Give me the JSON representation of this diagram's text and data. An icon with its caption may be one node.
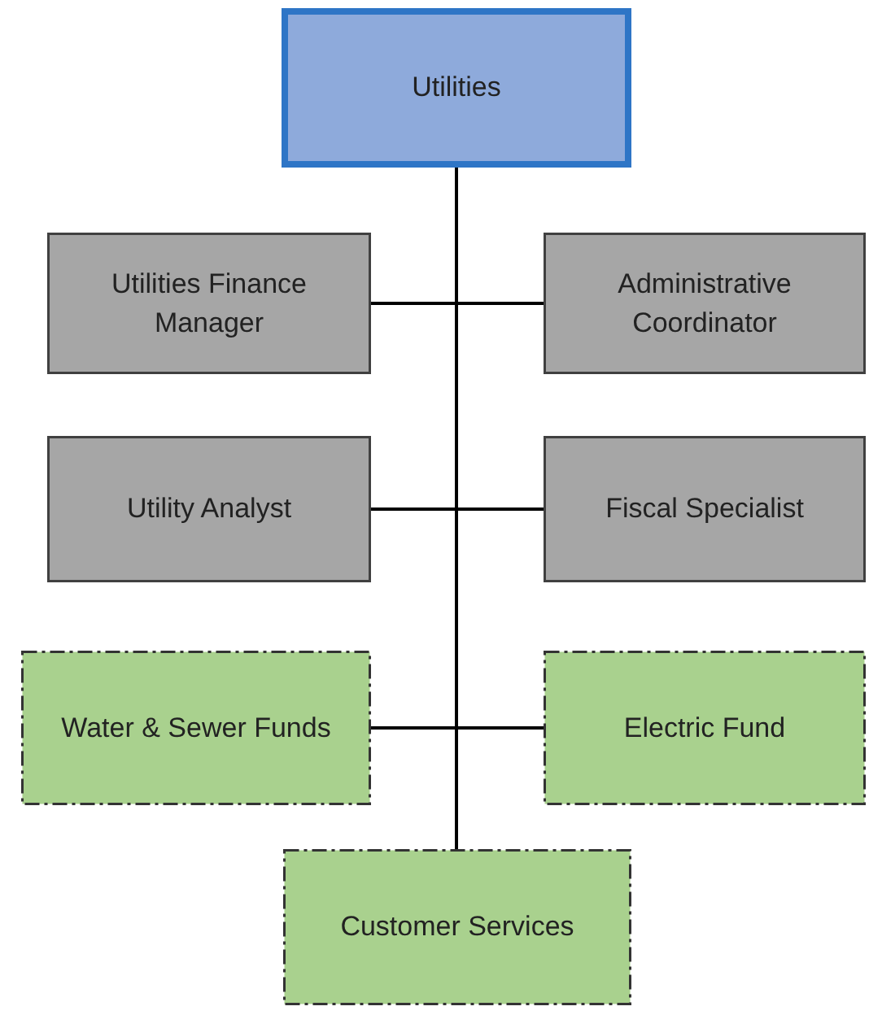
{
  "diagram": {
    "nodes": [
      {
        "text": [
          "Utilities"
        ]
      },
      {
        "text": [
          "Utilities Finance Manager"
        ]
      },
      {
        "text": [
          "Administrative Coordinator"
        ]
      },
      {
        "text": [
          "Utility Analyst"
        ]
      },
      {
        "text": [
          "Fiscal Specialist"
        ]
      },
      {
        "text": [
          "Water & Sewer Funds"
        ]
      },
      {
        "text": [
          "Electric Fund"
        ]
      },
      {
        "text": [
          "Customer Services"
        ]
      }
    ],
    "edges": [
      {
        "from": 0,
        "to": 1,
        "arrow": "none"
      },
      {
        "from": 0,
        "to": 2,
        "arrow": "none"
      },
      {
        "from": 0,
        "to": 3,
        "arrow": "none"
      },
      {
        "from": 0,
        "to": 4,
        "arrow": "none"
      },
      {
        "from": 0,
        "to": 5,
        "arrow": "none"
      },
      {
        "from": 0,
        "to": 6,
        "arrow": "none"
      },
      {
        "from": 0,
        "to": 7,
        "arrow": "none"
      }
    ]
  }
}
